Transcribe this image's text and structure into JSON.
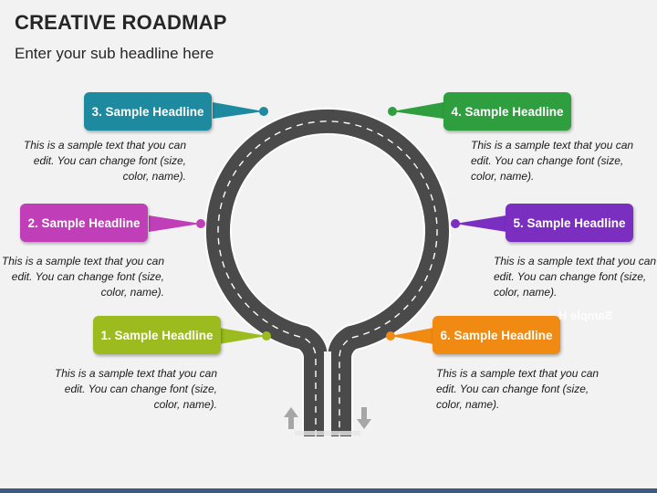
{
  "title": "CREATIVE ROADMAP",
  "subtitle": "Enter your sub headline here",
  "milestones": [
    {
      "label": "1. Sample Headline",
      "text": "This is a sample text that you can edit. You can change font (size, color, name).",
      "color": "#9bbb1f"
    },
    {
      "label": "2. Sample Headline",
      "text": "This is a sample text that you can edit. You can change font (size, color, name).",
      "color": "#c03fb8"
    },
    {
      "label": "3. Sample Headline",
      "text": "This is a sample text that you can edit. You can change font (size, color, name).",
      "color": "#1d8aa0"
    },
    {
      "label": "4. Sample Headline",
      "text": "This is a sample text that you can edit. You can change font (size, color, name).",
      "color": "#2f9e3f"
    },
    {
      "label": "5. Sample Headline",
      "text": "This is a sample text that you can edit. You can change font (size, color, name).",
      "color": "#7b2fc0"
    },
    {
      "label": "6. Sample Headline",
      "text": "This is a sample text that you can edit. You can change font (size, color, name).",
      "color": "#f08a12"
    }
  ],
  "ghost_text": "Sample H",
  "colors": {
    "road": "#4a4a4a",
    "road_edge": "#ffffff",
    "arrow": "#a6a6a6",
    "bottom_bar": "#3d5a80"
  }
}
